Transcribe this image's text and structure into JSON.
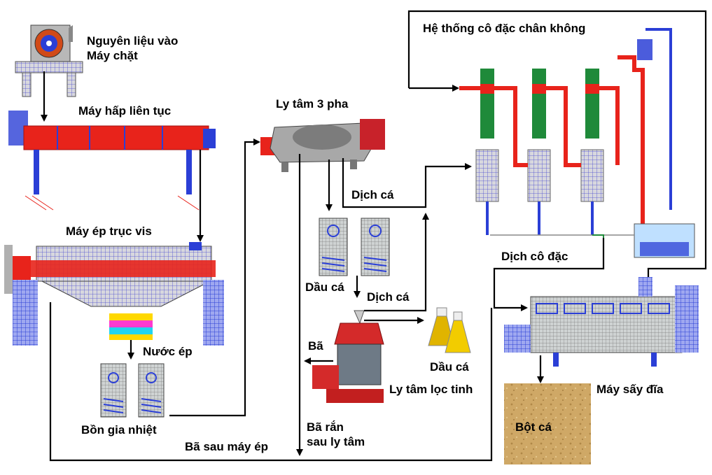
{
  "labels": {
    "raw_input": "Nguyên liệu vào\nMáy chặt",
    "steamer": "Máy hấp liên tục",
    "screw_press": "Máy ép trục vis",
    "press_liquid": "Nước ép",
    "heating_tank": "Bồn gia nhiệt",
    "press_cake": "Bã sau máy ép",
    "decanter": "Ly tâm 3 pha",
    "fish_liquor_1": "Dịch cá",
    "fish_oil_tanks": "Dầu cá",
    "fish_liquor_2": "Dịch cá",
    "separator_residue": "Bã",
    "fish_oil_product": "Dầu cá",
    "polishing_separator": "Ly tâm lọc tinh",
    "solid_residue": "Bã rắn\nsau ly tâm",
    "evaporator": "Hệ thống cô đặc chân không",
    "concentrate": "Dịch cô đặc",
    "fish_meal": "Bột cá",
    "disc_dryer": "Máy sấy đĩa"
  },
  "colors": {
    "machine_red": "#e8231b",
    "machine_blue": "#2b3fd6",
    "machine_gray": "#9a9a9a",
    "column_green": "#1f8a3a",
    "fish_meal": "#c8a060",
    "oil_yellow": "#e0b400",
    "line_black": "#000000"
  }
}
